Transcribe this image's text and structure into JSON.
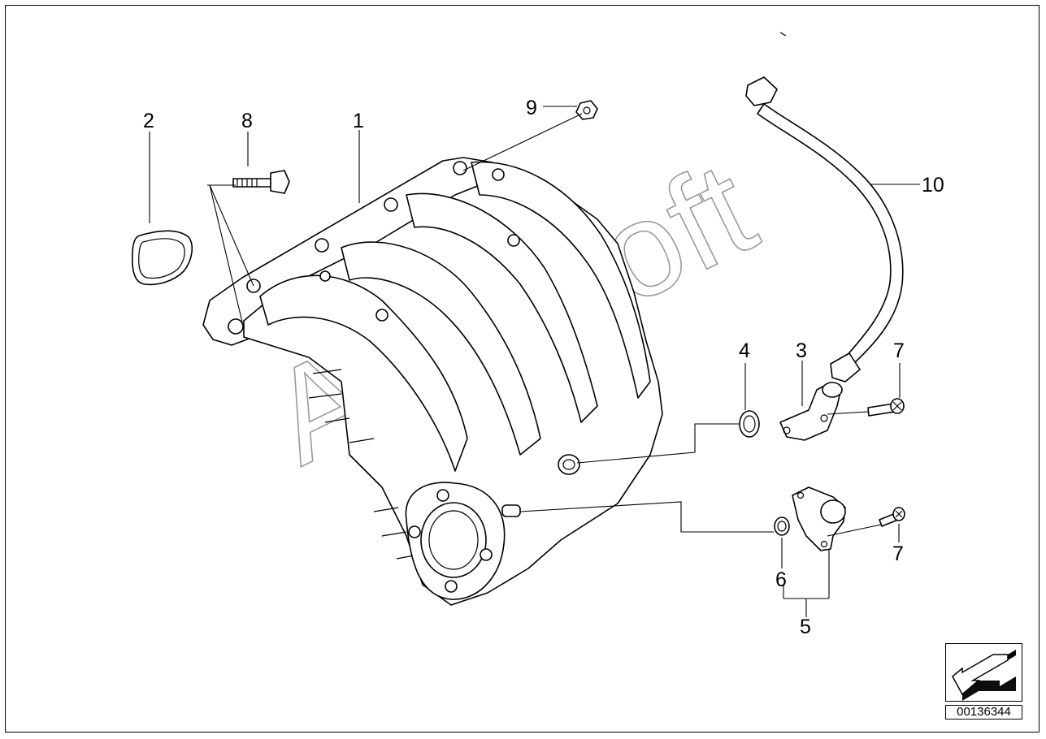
{
  "callouts": {
    "c1": "1",
    "c2": "2",
    "c3": "3",
    "c4": "4",
    "c5": "5",
    "c6": "6",
    "c7a": "7",
    "c7b": "7",
    "c8": "8",
    "c9": "9",
    "c10": "10"
  },
  "watermark": "AutoSoft",
  "footer": {
    "catalog_number": "00136344",
    "nav_icon": "arrow-icon"
  },
  "colors": {
    "line": "#000000",
    "background": "#ffffff",
    "watermark": "#777777"
  }
}
